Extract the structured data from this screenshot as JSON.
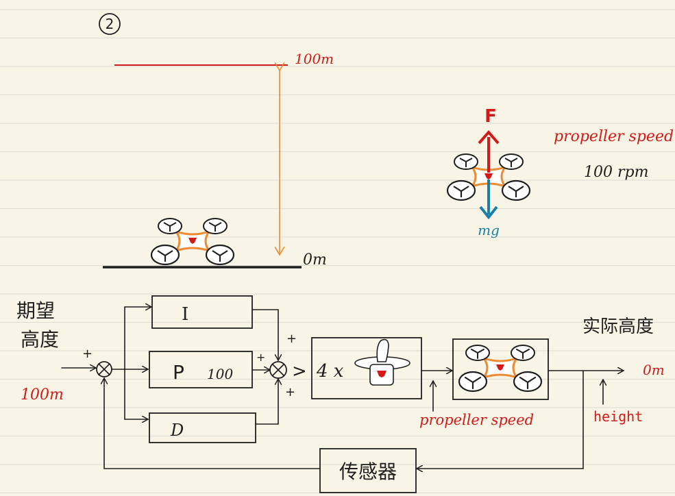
{
  "step_number": "2",
  "altitude_scene": {
    "top_label": "100m",
    "bottom_label": "0m"
  },
  "force_diagram": {
    "thrust_label": "F",
    "gravity_label": "mg",
    "speed_title": "propeller speed",
    "speed_value": "100 rpm"
  },
  "block_diagram": {
    "input_label_line1": "期望",
    "input_label_line2": "高度",
    "input_value": "100m",
    "sum1_plus": "+",
    "sum2_plus_top": "+",
    "sum2_plus_left": "+",
    "sum2_plus_bottom": "+",
    "integral_block": "I",
    "proportional_block": "P",
    "proportional_gain": "100",
    "derivative_block": "D",
    "motor_block_prefix": "4 x",
    "saturation_symbol": ">",
    "motor_output_label": "propeller speed",
    "output_title": "实际高度",
    "output_value": "0m",
    "output_signal_label": "height",
    "sensor_block": "传感器"
  },
  "colors": {
    "paper": "#f8f5e6",
    "rule_lines": "#dcdcd2",
    "ink": "#1e1e1e",
    "red": "#d21a1a",
    "orange": "#ee8a32",
    "blue": "#1a7fa8"
  }
}
